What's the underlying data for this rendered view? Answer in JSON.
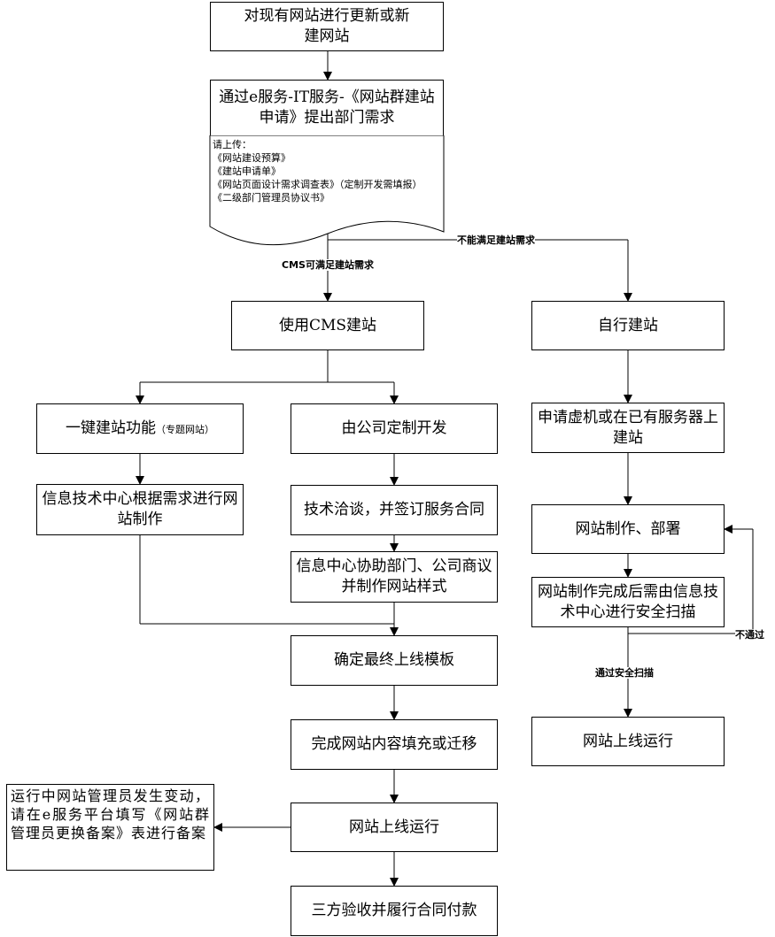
{
  "nodes": {
    "update_or_new": "对现有网站进行更新或新建网站",
    "apply": "通过e服务-IT服务-《网站群建站申请》提出部门需求",
    "upload_title": "请上传：",
    "upload_items": [
      "《网站建设预算》",
      "《建站申请单》",
      "《网站页面设计需求调查表》（定制开发需填报）",
      "《二级部门管理员协议书》"
    ],
    "cms_build": "使用CMS建站",
    "self_build": "自行建站",
    "one_click": "一键建站功能",
    "one_click_sub": "（专题网站）",
    "custom_dev": "由公司定制开发",
    "info_center_make": "信息技术中心根据需求进行网站制作",
    "tech_contract": "技术洽谈，并签订服务合同",
    "style_design": "信息中心协助部门、公司商议并制作网站样式",
    "final_template": "确定最终上线模板",
    "content_fill": "完成网站内容填充或迁移",
    "online_left": "网站上线运行",
    "acceptance": "三方验收并履行合同付款",
    "admin_change": "运行中网站管理员发生变动，请在e服务平台填写《网站群管理员更换备案》表进行备案",
    "apply_server": "申请虚机或在已有服务器上建站",
    "make_deploy": "网站制作、部署",
    "security_scan": "网站制作完成后需由信息技术中心进行安全扫描",
    "online_right": "网站上线运行"
  },
  "edge_labels": {
    "cms_ok": "CMS可满足建站需求",
    "cms_not_ok": "不能满足建站需求",
    "scan_pass": "通过安全扫描",
    "scan_fail": "不通过"
  }
}
